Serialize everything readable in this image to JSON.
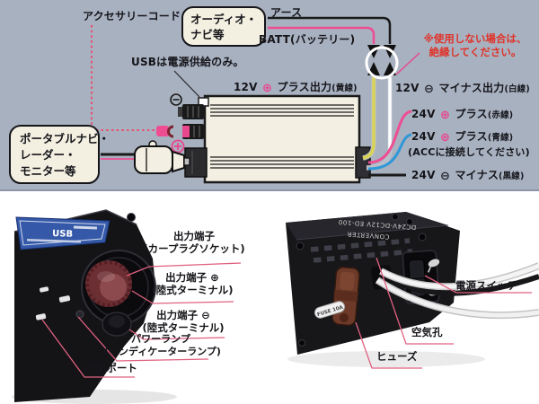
{
  "diagram": {
    "accessory_cord": "アクセサリーコード",
    "audio_navi_box": {
      "line1": "オーディオ・",
      "line2": "ナビ等"
    },
    "earth": "アース",
    "batt": "BATT(バッテリー)",
    "usb_note": "USBは電源供給のみ。",
    "warning": {
      "line1": "※使用しない場合は、",
      "line2": "絶縁してください。"
    },
    "out12_plus": {
      "v": "12V",
      "sym": "⊕",
      "label": "プラス出力",
      "wire": "(黄線)"
    },
    "out12_minus": {
      "v": "12V",
      "sym": "⊖",
      "label": "マイナス出力",
      "wire": "(白線)"
    },
    "out24": [
      {
        "v": "24V",
        "sym": "⊕",
        "label": "プラス",
        "wire": "(赤線)"
      },
      {
        "v": "24V",
        "sym": "⊕",
        "label": "プラス",
        "wire": "(青線)"
      },
      {
        "v": "24V",
        "sym": "⊖",
        "label": "マイナス",
        "wire": "(黒線)"
      }
    ],
    "acc_note": "(ACCに接続してください)",
    "portable_box": {
      "line1": "ポータブルナビ・",
      "line2": "レーダー・",
      "line3": "モニター等"
    }
  },
  "photo_labels": {
    "left": [
      {
        "line1": "出力端子",
        "line2": "(カープラグソケット)"
      },
      {
        "line1": "出力端子 ⊕",
        "line2": "(陸式ターミナル)"
      },
      {
        "line1": "出力端子 ⊖",
        "line2": "(陸式ターミナル)"
      },
      {
        "line1": "パワーランプ",
        "line2": "(インディケーターランプ)"
      },
      {
        "line1": "USBポート",
        "line2": ""
      }
    ],
    "right": [
      "電源スイッチ",
      "空気孔",
      "ヒューズ"
    ]
  },
  "left_photo": {
    "label_text": "USB"
  },
  "right_photo": {
    "top_text_1": "DC24V-DC12V ED-100",
    "top_text_2": "CONVERTER",
    "fuse_sticker": "FUSE 10A"
  },
  "colors": {
    "top_background": "#a8b1c0",
    "wire_yellow": "#d9d355",
    "wire_white": "#ffffff",
    "wire_pink": "#ee4d92",
    "wire_blue": "#2f97d8",
    "wire_black": "#1a1a1a",
    "warning_red": "#e03228",
    "leader_pink": "#e0607f",
    "box_cream": "#f3f0e1"
  }
}
